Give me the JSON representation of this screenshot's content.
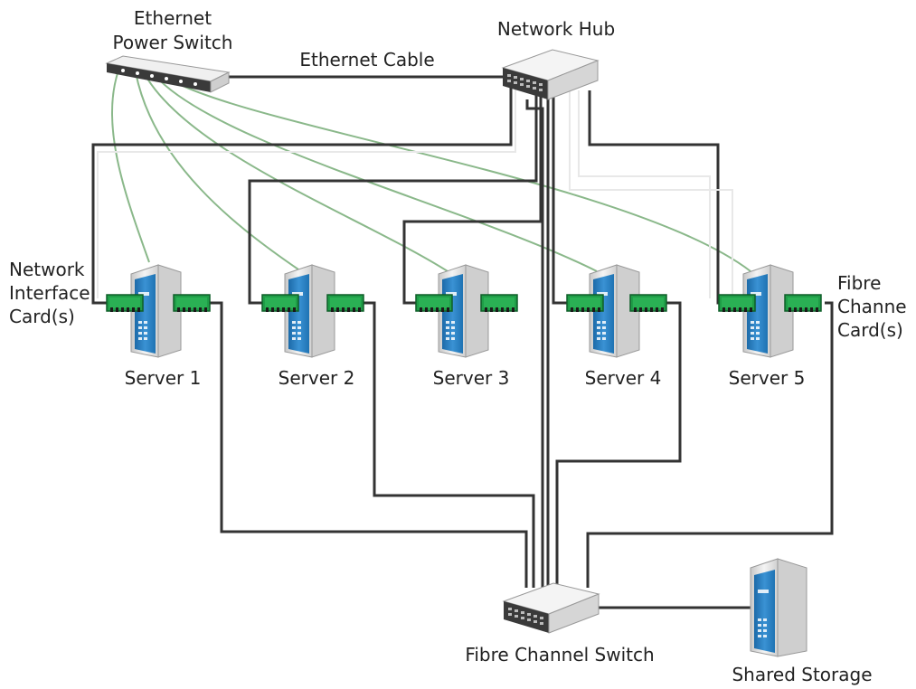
{
  "labels": {
    "power_switch_line1": "Ethernet",
    "power_switch_line2": "Power Switch",
    "ethernet_cable": "Ethernet Cable",
    "network_hub": "Network Hub",
    "nic_line1": "Network",
    "nic_line2": "Interface",
    "nic_line3": "Card(s)",
    "fc_card_line1": "Fibre",
    "fc_card_line2": "Channe",
    "fc_card_line3": "Card(s)",
    "fc_switch": "Fibre Channel Switch",
    "shared_storage": "Shared Storage"
  },
  "servers": [
    {
      "label": "Server 1"
    },
    {
      "label": "Server 2"
    },
    {
      "label": "Server 3"
    },
    {
      "label": "Server 4"
    },
    {
      "label": "Server 5"
    }
  ],
  "colors": {
    "cable": "#333333",
    "power_cable": "#8ab88a",
    "card_green": "#1f9d47",
    "server_blue": "#2a7fc1",
    "server_grey": "#e4e4e4"
  }
}
